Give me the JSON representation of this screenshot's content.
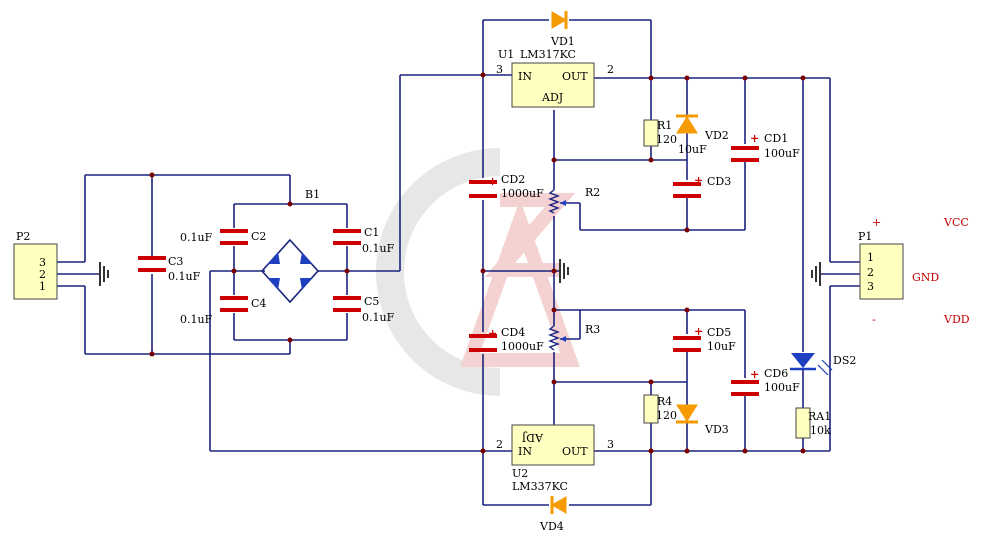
{
  "labels": {
    "p2": "P2",
    "p2_pins": [
      "3",
      "2",
      "1"
    ],
    "c3": "C3",
    "c3_val": "0.1uF",
    "b1": "B1",
    "c1": "C1",
    "c1_val": "0.1uF",
    "c2": "C2",
    "c2_val": "0.1uF",
    "c4": "C4",
    "c4_val": "0.1uF",
    "c5": "C5",
    "c5_val": "0.1uF",
    "u1": "U1",
    "u1_model": "LM317KC",
    "u2": "U2",
    "u2_model": "LM337KC",
    "pin_in": "IN",
    "pin_out": "OUT",
    "pin_adj": "ADJ",
    "pin3": "3",
    "pin2": "2",
    "vd1": "VD1",
    "vd2": "VD2",
    "vd3": "VD3",
    "vd4": "VD4",
    "r1": "R1",
    "r1_val": "120",
    "r4": "R4",
    "r4_val": "120",
    "r2": "R2",
    "r3": "R3",
    "cd1": "CD1",
    "cd1_val": "100uF",
    "cd2": "CD2",
    "cd2_val": "1000uF",
    "cd3": "CD3",
    "cd3_val": "10uF",
    "cd4": "CD4",
    "cd4_val": "1000uF",
    "cd5": "CD5",
    "cd5_val": "10uF",
    "cd6": "CD6",
    "cd6_val": "100uF",
    "ds2": "DS2",
    "ra1": "RA1",
    "ra1_val": "10k",
    "p1": "P1",
    "p1_pins": [
      "1",
      "2",
      "3"
    ],
    "vcc": "VCC",
    "gnd": "GND",
    "vdd": "VDD",
    "plus": "+",
    "minus": "-"
  },
  "colors": {
    "wire": "#1a237e",
    "capacitor": "#cc0000",
    "diode": "#f59a00",
    "led": "#1e3fbf",
    "part_fill": "#ffffc0"
  }
}
